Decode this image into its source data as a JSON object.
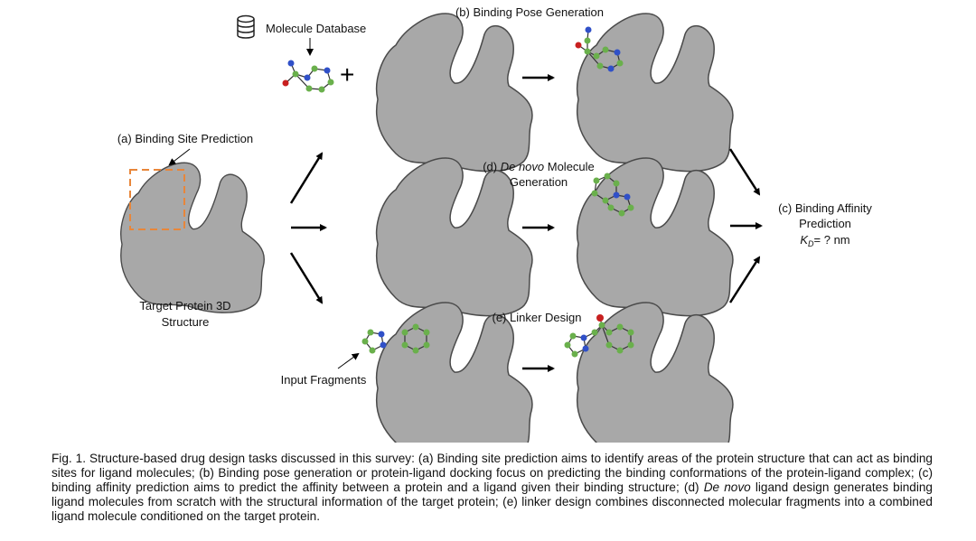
{
  "labels": {
    "molecule_database": "Molecule Database",
    "binding_pose": "(b) Binding Pose Generation",
    "binding_site": "(a) Binding Site Prediction",
    "target_line1": "Target Protein 3D",
    "target_line2": "Structure",
    "denovo_prefix": "(d) ",
    "denovo_italic": "De novo",
    "denovo_suffix": " Molecule",
    "denovo_line2": "Generation",
    "affinity_line1": "(c) Binding Affinity",
    "affinity_line2": "Prediction",
    "affinity_k": "K",
    "affinity_sub": "D",
    "affinity_rest": "= ? nm",
    "linker": "(e) Linker Design",
    "input_fragments": "Input Fragments",
    "plus": "+"
  },
  "caption": {
    "p1": "Fig. 1. Structure-based drug design tasks discussed in this survey: (a) Binding site prediction aims to identify areas of the protein structure that can act as binding sites for ligand molecules; (b) Binding pose generation or protein-ligand docking focus on predicting the binding conformations of the protein-ligand complex; (c) binding affinity prediction aims to predict the affinity between a protein and a ligand given their binding structure; (d) ",
    "i1": "De novo",
    "p2": " ligand design generates binding ligand molecules from scratch with the structural information of the target protein; (e) linker design combines disconnected molecular fragments into a combined ligand molecule conditioned on the target protein."
  },
  "colors": {
    "protein": "#a8a8a8",
    "protein_stroke": "#4a4a4a",
    "atom_green": "#6ab04c",
    "atom_blue": "#3050c8",
    "atom_red": "#c82020",
    "dashed_box": "#e8863a"
  }
}
